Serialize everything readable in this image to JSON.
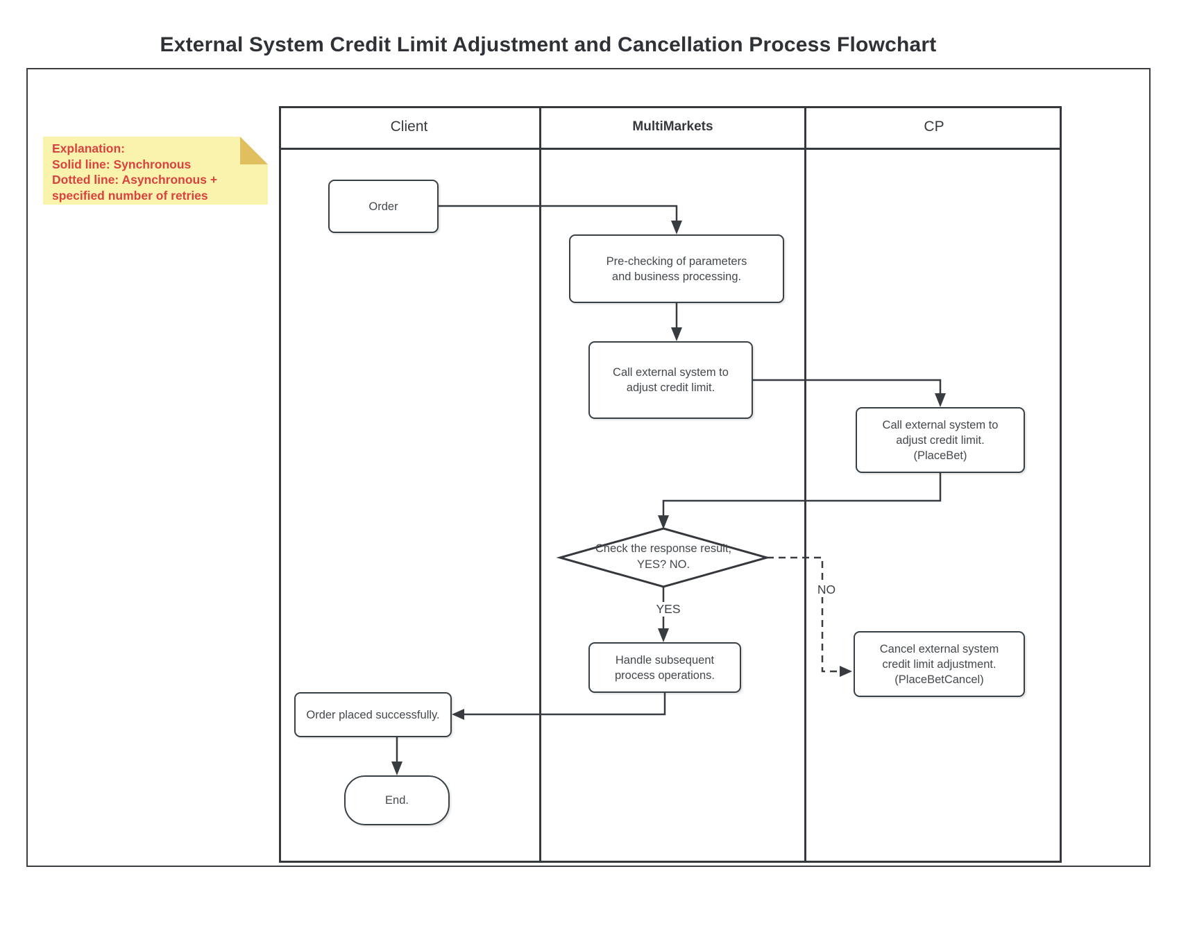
{
  "title": "External System Credit Limit Adjustment and Cancellation Process Flowchart",
  "note": {
    "lines": [
      "Explanation:",
      "Solid line: Synchronous",
      "Dotted line: Asynchronous +",
      "specified number of retries"
    ],
    "bg_color": "#faf3ad",
    "fold_color": "#dfbf5e",
    "text_color": "#d9423f"
  },
  "lanes": [
    {
      "label": "Client"
    },
    {
      "label": "MultiMarkets"
    },
    {
      "label": "CP"
    }
  ],
  "nodes": {
    "order": {
      "label": "Order"
    },
    "precheck": {
      "label": "Pre-checking of parameters\nand business processing."
    },
    "call_mm": {
      "label": "Call external system to\nadjust credit limit."
    },
    "call_cp": {
      "label": "Call external system to\nadjust credit limit.\n(PlaceBet)"
    },
    "decision": {
      "label": "Check the response result,\nYES? NO."
    },
    "handle": {
      "label": "Handle subsequent\nprocess operations."
    },
    "order_placed": {
      "label": "Order placed successfully."
    },
    "cancel": {
      "label": "Cancel external system\ncredit limit adjustment.\n(PlaceBetCancel)"
    },
    "end": {
      "label": "End."
    }
  },
  "branch_labels": {
    "yes": "YES",
    "no": "NO"
  },
  "colors": {
    "line": "#383c40",
    "node_border": "#384046",
    "lane_border": "#35393d",
    "title_text": "#2e3236"
  }
}
